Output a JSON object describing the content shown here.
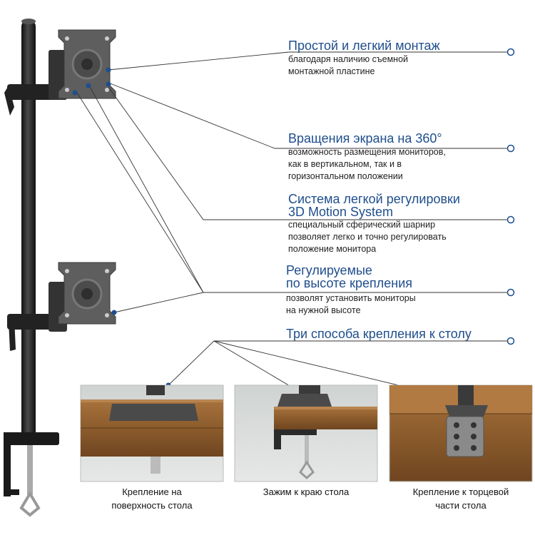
{
  "features": [
    {
      "title": "Простой и легкий монтаж",
      "description": "благодаря наличию съемной\nмонтажной пластине"
    },
    {
      "title": "Вращения экрана на 360°",
      "description": "возможность размещения мониторов,\nкак в вертикальном, так и в\nгоризонтальном положении"
    },
    {
      "title": "Система легкой регулировки\n3D Motion System",
      "title_line1": "Система легкой регулировки",
      "title_line2": "3D Motion System",
      "description": "специальный сферический шарнир\nпозволяет легко и точно регулировать\nположение монитора"
    },
    {
      "title_line1": "Регулируемые",
      "title_line2": "по высоте крепления",
      "description": "позволят установить мониторы\nна нужной высоте"
    },
    {
      "title": "Три способа крепления к столу",
      "description": ""
    }
  ],
  "mount_options": [
    {
      "caption": "Крепление на\nповерхность стола"
    },
    {
      "caption": "Зажим к краю стола"
    },
    {
      "caption": "Крепление к торцевой\nчасти стола"
    }
  ],
  "colors": {
    "accent": "#1f4e8c",
    "pole": "#2a2a2a",
    "wood": "#9a6a3a",
    "metal": "#6a6a6a"
  }
}
